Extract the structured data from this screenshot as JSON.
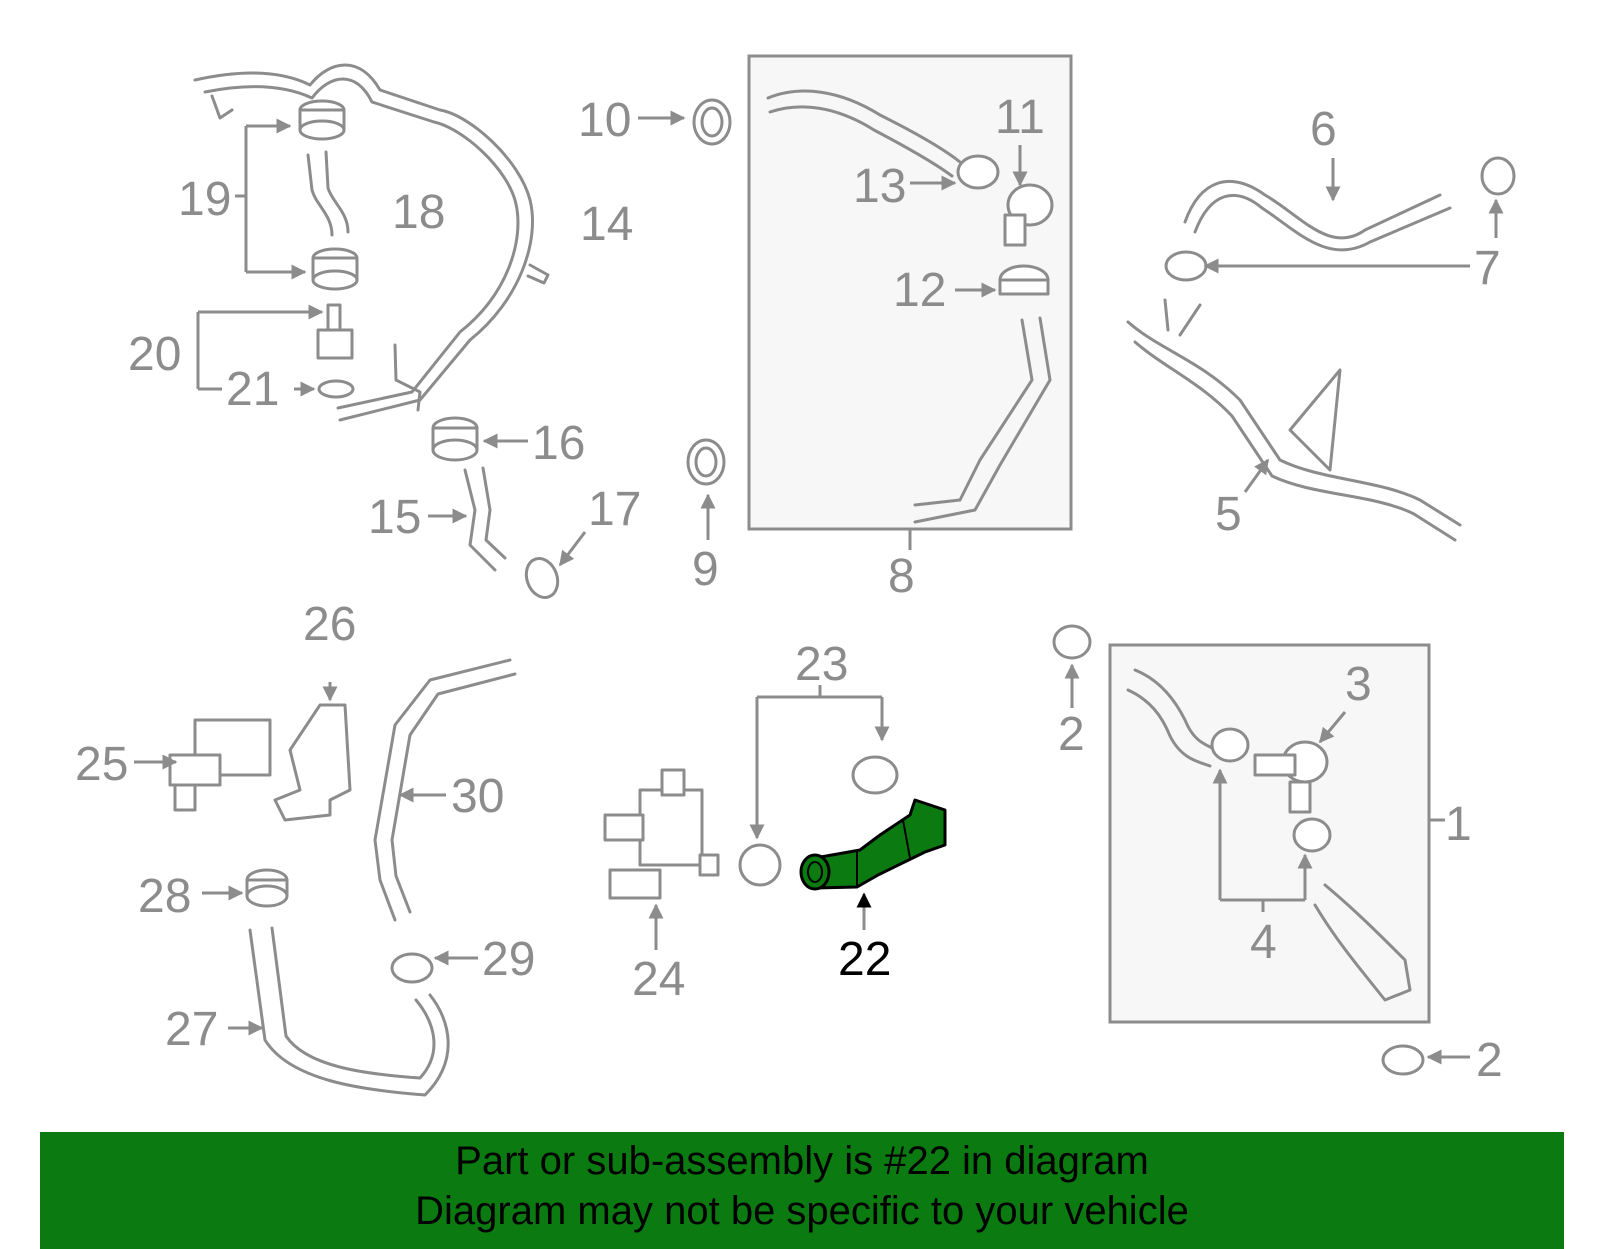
{
  "diagram": {
    "highlighted_part": "22",
    "colors": {
      "part_gray": "#8c8c8c",
      "highlight_green": "#0b7a10",
      "box_fill": "#f7f7f7"
    },
    "labels": {
      "p1": "1",
      "p2a": "2",
      "p2b": "2",
      "p3": "3",
      "p4": "4",
      "p5": "5",
      "p6": "6",
      "p7": "7",
      "p8": "8",
      "p9": "9",
      "p10": "10",
      "p11": "11",
      "p12": "12",
      "p13": "13",
      "p14": "14",
      "p15": "15",
      "p16": "16",
      "p17": "17",
      "p18": "18",
      "p19": "19",
      "p20": "20",
      "p21": "21",
      "p22": "22",
      "p23": "23",
      "p24": "24",
      "p25": "25",
      "p26": "26",
      "p27": "27",
      "p28": "28",
      "p29": "29",
      "p30": "30"
    }
  },
  "banner": {
    "line1": "Part or sub-assembly is #22 in diagram",
    "line2": "Diagram may not be specific to your vehicle"
  }
}
